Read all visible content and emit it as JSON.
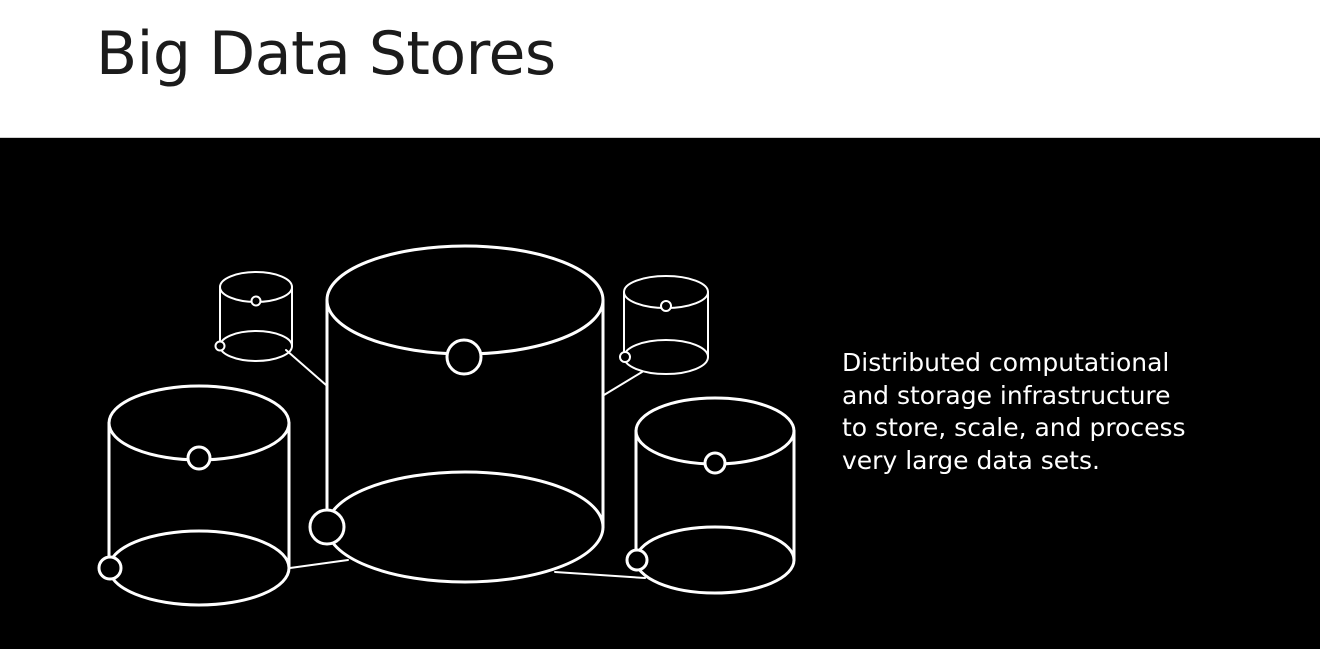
{
  "slide": {
    "title": "Big Data Stores",
    "description_lines": [
      "Distributed computational",
      "and storage infrastructure",
      "to store, scale, and process",
      "very large data sets."
    ]
  },
  "illustration": {
    "icon": "database-cylinders-icon",
    "stroke_color": "#ffffff",
    "background_color": "#000000"
  },
  "colors": {
    "header_background": "#ffffff",
    "title_text": "#1b1b1b",
    "body_background": "#000000",
    "body_text": "#ffffff"
  }
}
